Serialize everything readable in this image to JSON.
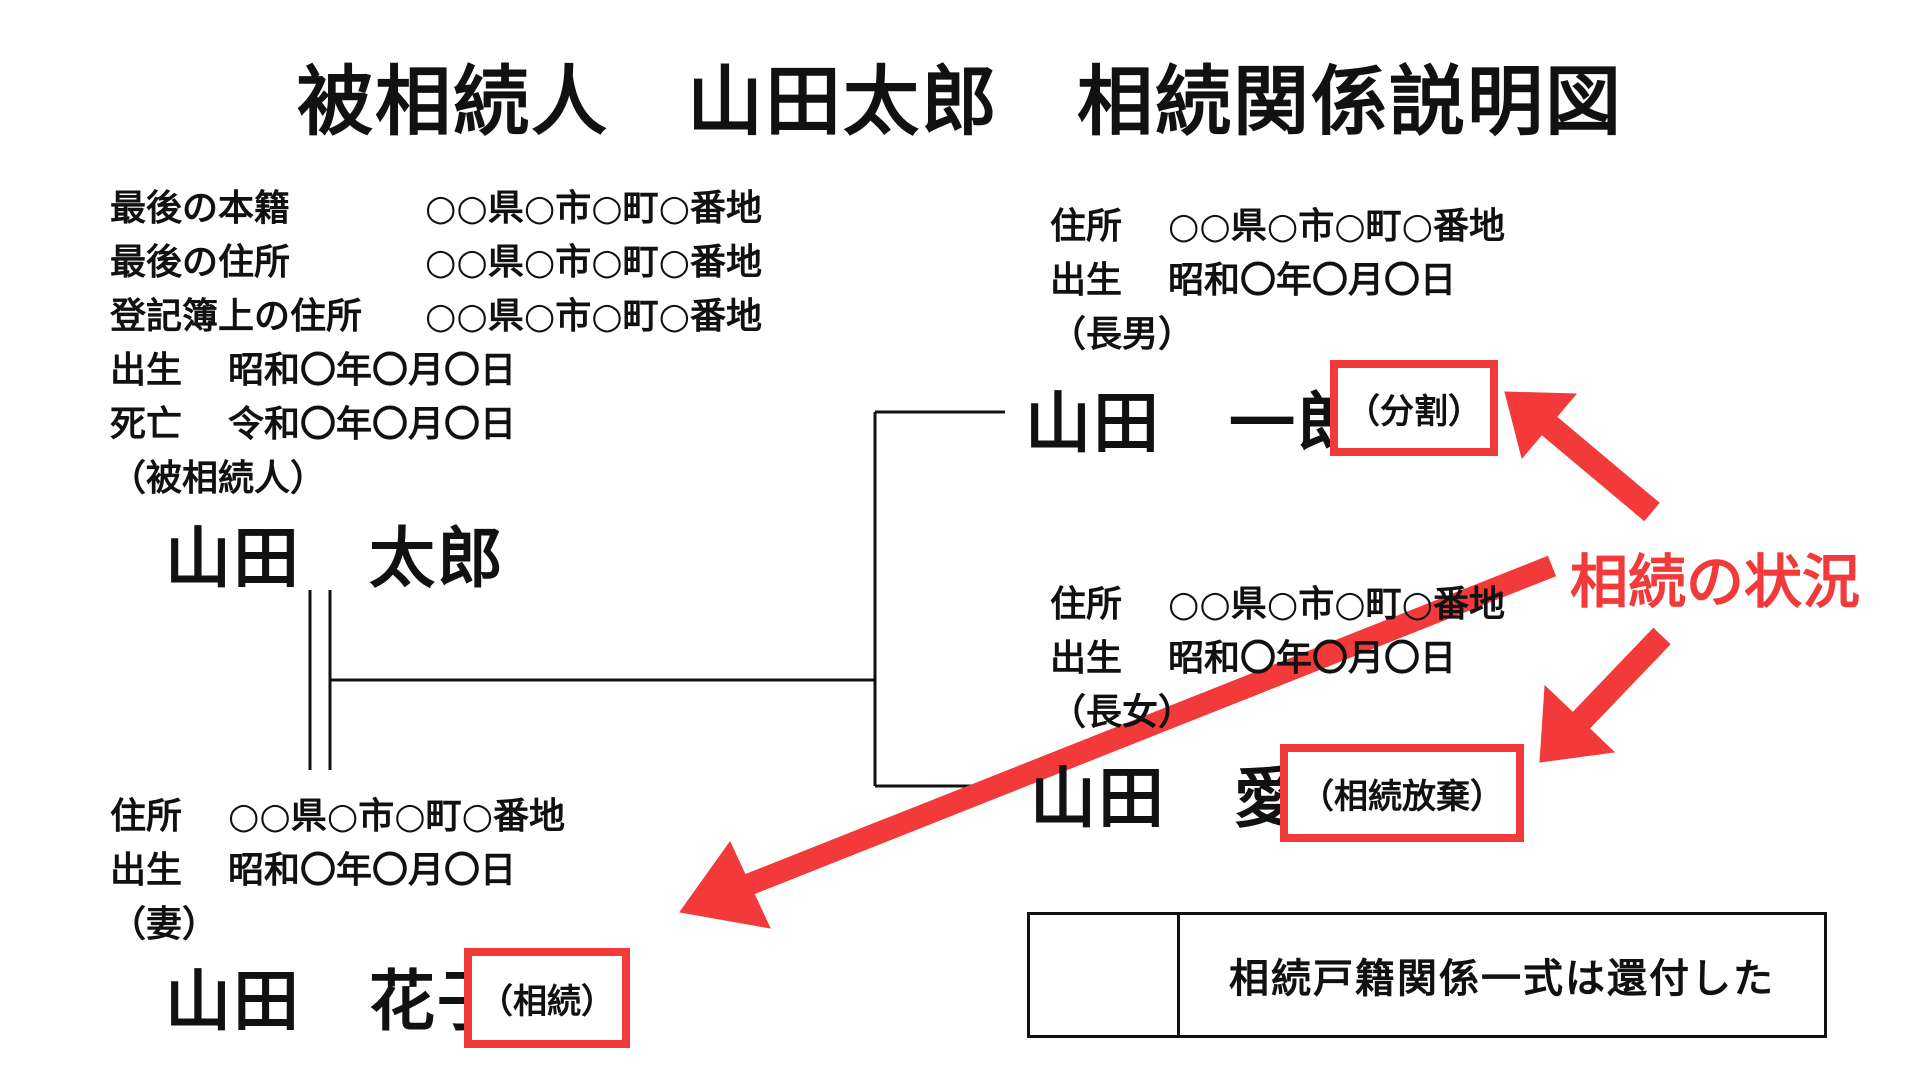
{
  "title": "被相続人　山田太郎　相続関係説明図",
  "decedent": {
    "rows": [
      {
        "label": "最後の本籍",
        "value": "○○県○市○町○番地"
      },
      {
        "label": "最後の住所",
        "value": "○○県○市○町○番地"
      },
      {
        "label": "登記簿上の住所",
        "value": "○○県○市○町○番地"
      },
      {
        "label": "出生",
        "value": "昭和〇年〇月〇日"
      },
      {
        "label": "死亡",
        "value": "令和〇年〇月〇日"
      }
    ],
    "relation": "（被相続人）",
    "name": "山田　太郎"
  },
  "eldest_son": {
    "address_label": "住所",
    "address": "○○県○市○町○番地",
    "birth_label": "出生",
    "birth": "昭和〇年〇月〇日",
    "relation": "（長男）",
    "name": "山田　一郎",
    "status": "（分割）"
  },
  "eldest_daughter": {
    "address_label": "住所",
    "address": "○○県○市○町○番地",
    "birth_label": "出生",
    "birth": "昭和〇年〇月〇日",
    "relation": "（長女）",
    "name": "山田　愛",
    "status": "（相続放棄）"
  },
  "wife": {
    "address_label": "住所",
    "address": "○○県○市○町○番地",
    "birth_label": "出生",
    "birth": "昭和〇年〇月〇日",
    "relation": "（妻）",
    "name": "山田　花子",
    "status": "（相続）"
  },
  "annotation": "相続の状況",
  "stamp_note": "相続戸籍関係一式は還付した",
  "colors": {
    "accent": "#f23a3a",
    "text": "#111111",
    "background": "#ffffff"
  }
}
